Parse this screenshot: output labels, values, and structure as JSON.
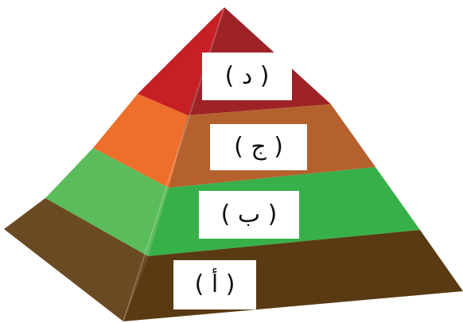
{
  "levels": [
    {
      "id": "d",
      "label": "( د )",
      "colors": {
        "left_face": "#c81f24",
        "right_face": "#9e2327"
      }
    },
    {
      "id": "j",
      "label": "( ج )",
      "colors": {
        "left_face": "#ee6f2b",
        "right_face": "#b5612e"
      }
    },
    {
      "id": "b",
      "label": "( ب )",
      "colors": {
        "left_face": "#5bbc5b",
        "right_face": "#38b04a"
      }
    },
    {
      "id": "a",
      "label": "( أ )",
      "colors": {
        "left_face": "#6a4a22",
        "right_face": "#5a3a12"
      }
    }
  ]
}
